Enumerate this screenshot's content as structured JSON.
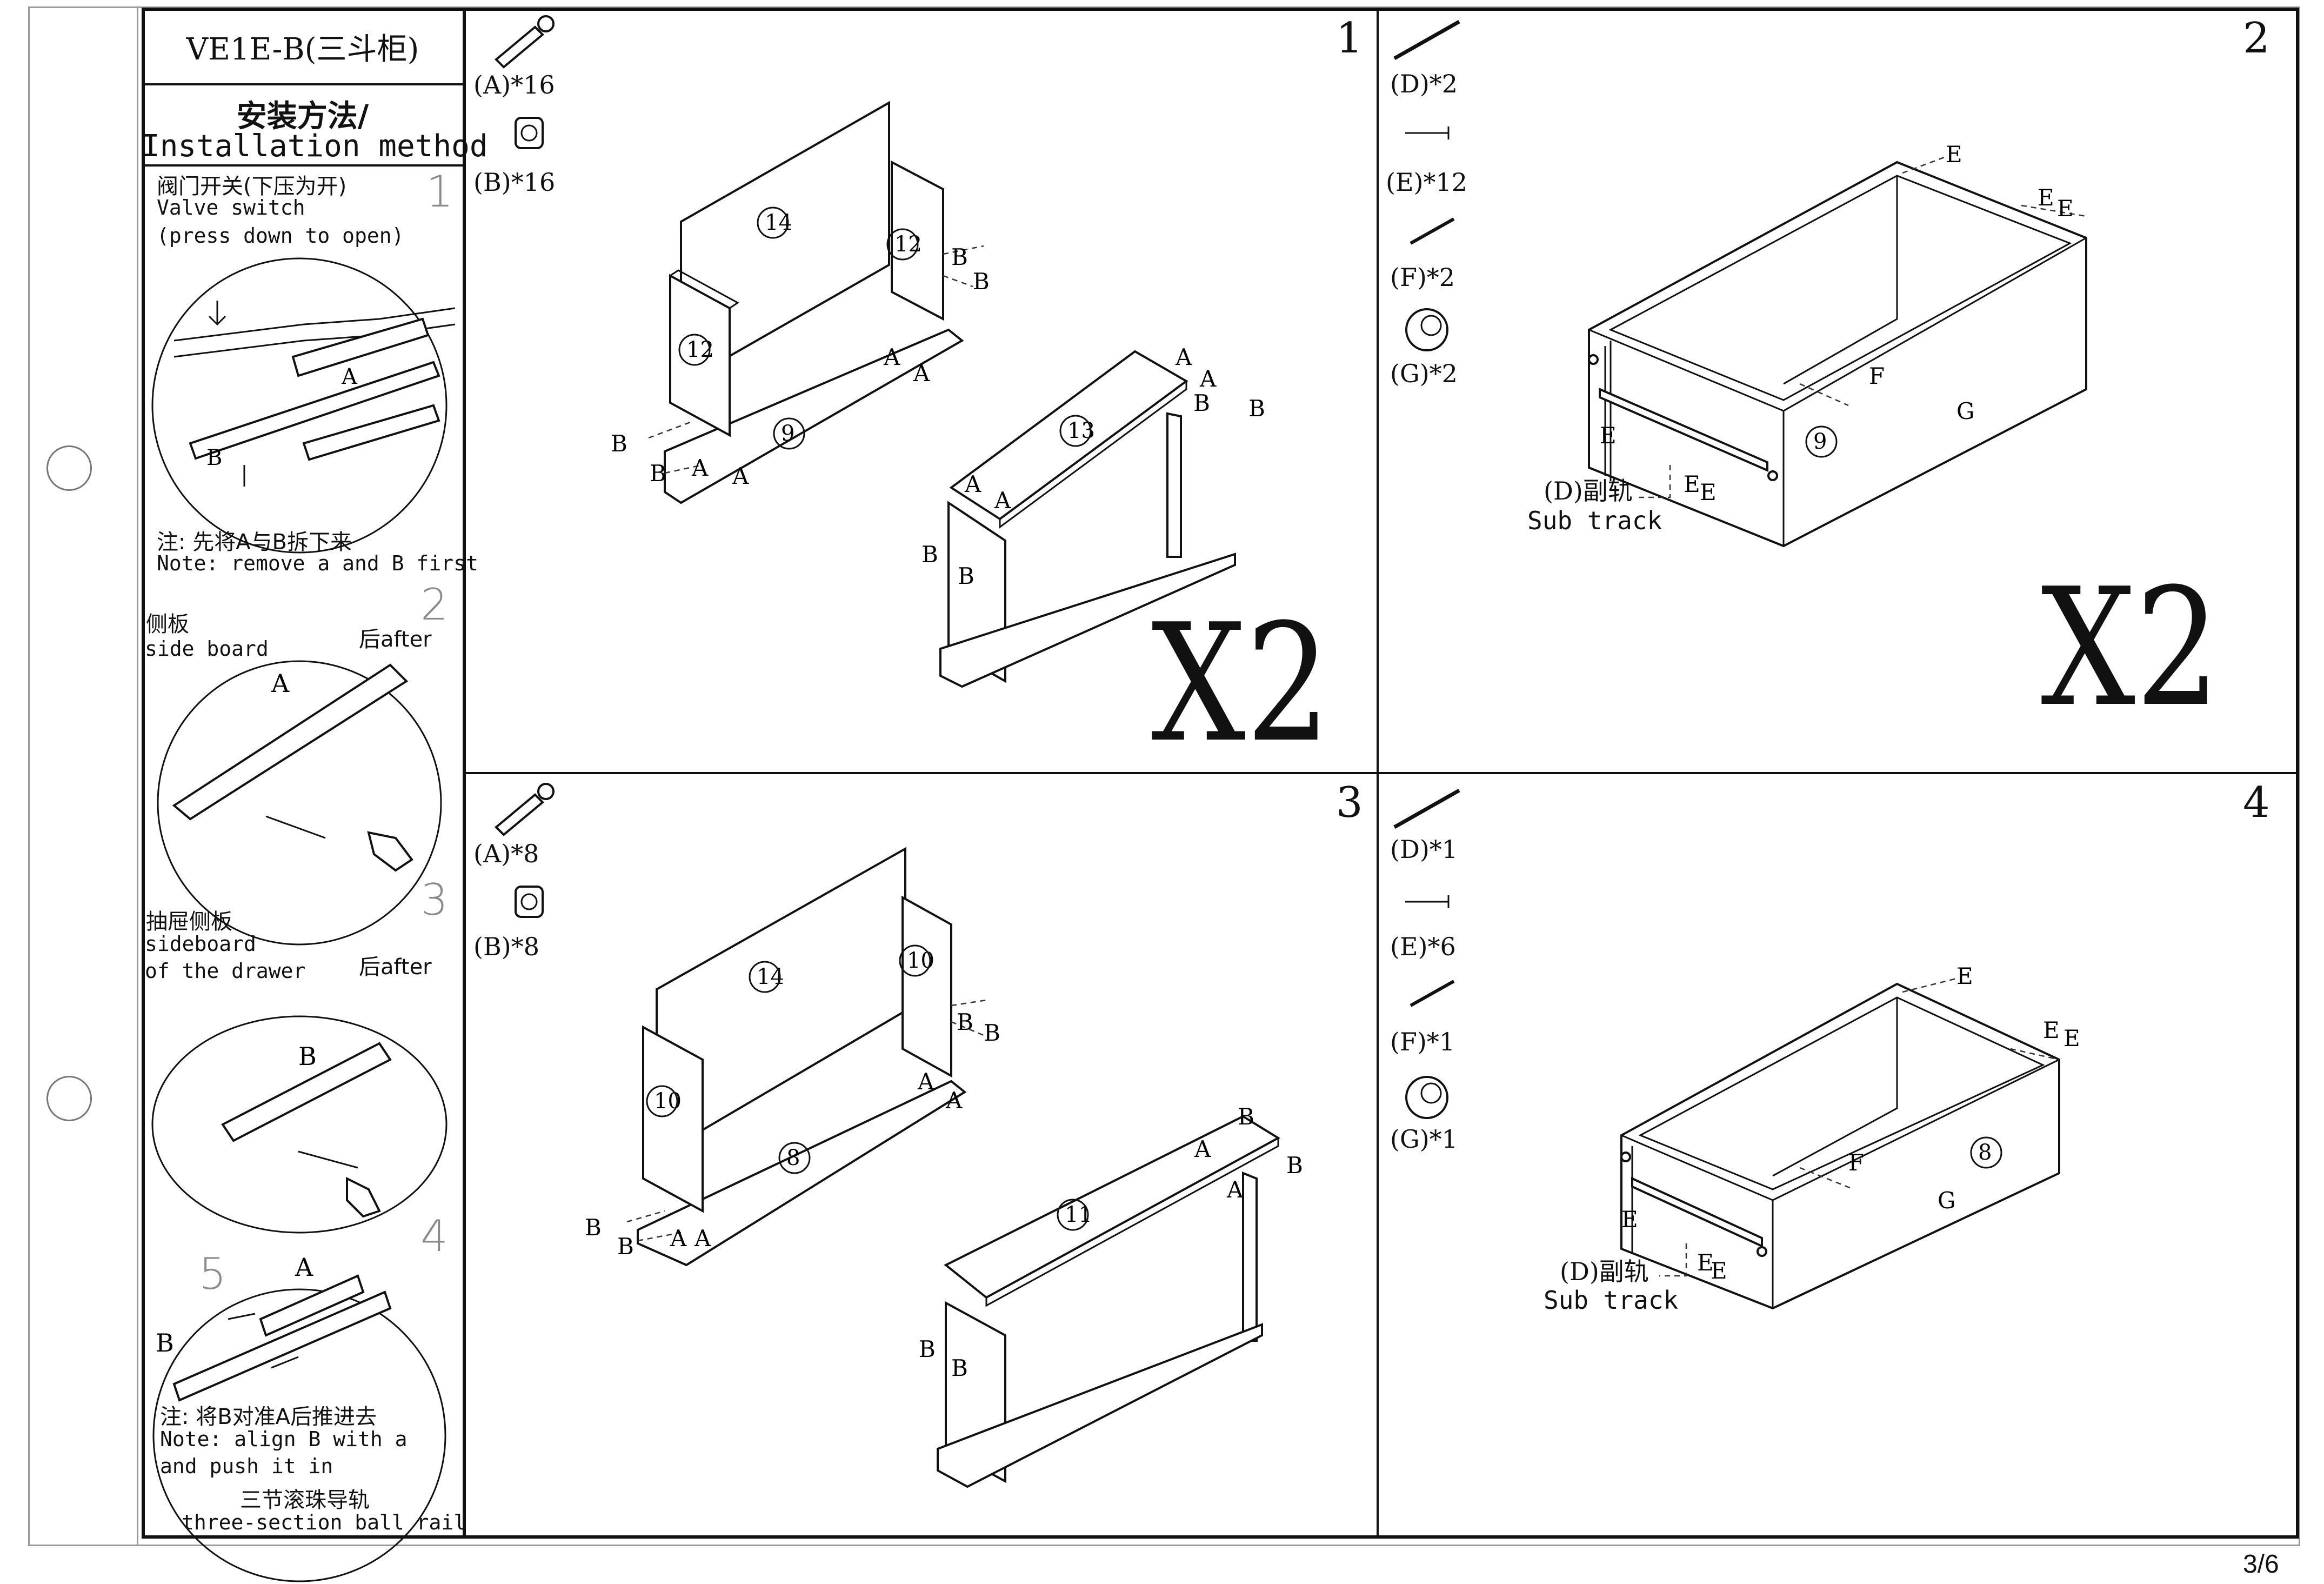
{
  "model": "VE1E-B(三斗柜)",
  "side": {
    "heading_cn": "安装方法/",
    "heading_en": "Installation method",
    "s1_cn": "阀门开关(下压为开)",
    "s1_en1": "Valve switch",
    "s1_en2": "(press down to open)",
    "s1_num": "1",
    "s1_note_cn": "注: 先将A与B拆下来",
    "s1_note_en": "Note: remove a and B first",
    "s2_cn": "侧板",
    "s2_en": "side board",
    "s2_after": "后after",
    "s2_num": "2",
    "s3_cn": "抽屉侧板",
    "s3_en1": "sideboard",
    "s3_en2": "of the drawer",
    "s3_after": "后after",
    "s3_num": "3",
    "s4_num": "4",
    "s5_num": "5",
    "s5_note_cn": "注: 将B对准A后推进去",
    "s5_note_en1": "Note: align B with a",
    "s5_note_en2": "and push it in",
    "rail_cn": "三节滚珠导轨",
    "rail_en": "three-section ball rail",
    "lbl_a": "A",
    "lbl_b": "B"
  },
  "steps": [
    {
      "num": "1",
      "parts": [
        "(A)*16",
        "(B)*16"
      ],
      "multiplier": "X2",
      "panels": [
        "14",
        "12",
        "12",
        "9",
        "13"
      ]
    },
    {
      "num": "2",
      "parts": [
        "(D)*2",
        "(E)*12",
        "(F)*2",
        "(G)*2"
      ],
      "multiplier": "X2",
      "panels": [
        "9"
      ],
      "subtrack_cn": "(D)副轨",
      "subtrack_en": "Sub track"
    },
    {
      "num": "3",
      "parts": [
        "(A)*8",
        "(B)*8"
      ],
      "panels": [
        "14",
        "10",
        "10",
        "8",
        "11"
      ]
    },
    {
      "num": "4",
      "parts": [
        "(D)*1",
        "(E)*6",
        "(F)*1",
        "(G)*1"
      ],
      "panels": [
        "8"
      ],
      "subtrack_cn": "(D)副轨",
      "subtrack_en": "Sub track"
    }
  ],
  "callouts": {
    "a": "A",
    "b": "B",
    "e": "E",
    "f": "F",
    "g": "G"
  },
  "page_number": "3/6"
}
